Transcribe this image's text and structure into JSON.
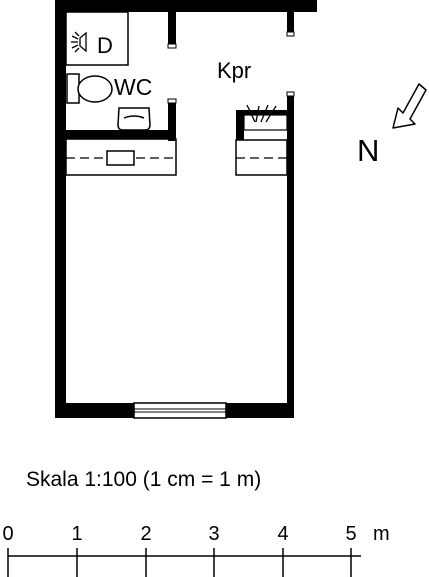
{
  "rooms": {
    "shower": "D",
    "wc": "WC",
    "hallway": "Kpr"
  },
  "north": {
    "label": "N"
  },
  "scale": {
    "caption": "Skala 1:100 (1 cm = 1 m)",
    "unit": "m",
    "ticks": [
      "0",
      "1",
      "2",
      "3",
      "4",
      "5"
    ]
  }
}
